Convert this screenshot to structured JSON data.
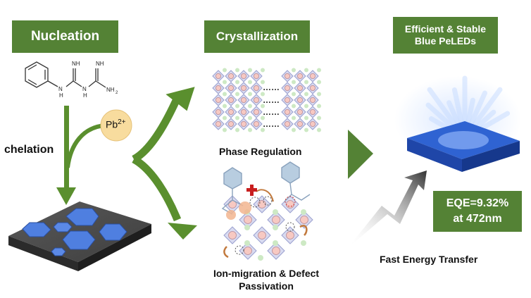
{
  "stages": {
    "nucleation": "Nucleation",
    "crystallization": "Crystallization",
    "result_line1": "Efficient & Stable",
    "result_line2": "Blue PeLEDs"
  },
  "molecule": {
    "nh1": "NH",
    "nh2": "NH",
    "nh_left": "N",
    "h_left": "H",
    "nh_right": "N",
    "h_right": "H",
    "nh2_term": "NH",
    "nh2_sub": "2"
  },
  "ion": {
    "symbol": "Pb",
    "charge": "2+"
  },
  "labels": {
    "chelation": "chelation",
    "phase_regulation": "Phase Regulation",
    "ion_migration_line1": "Ion-migration & Defect",
    "ion_migration_line2": "Passivation",
    "fast_energy_transfer": "Fast Energy Transfer",
    "dots": "……"
  },
  "metrics": {
    "eqe_line1": "EQE=9.32%",
    "eqe_line2": "at 472nm"
  },
  "colors": {
    "green_box": "#548235",
    "arrow_green": "#5a8f2e",
    "blue_film": "#3b6fd6",
    "ion_fill": "#f8dc9e"
  }
}
